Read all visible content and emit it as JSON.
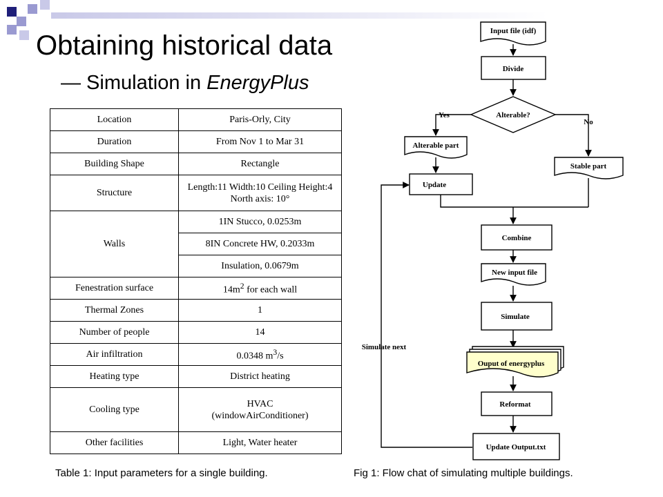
{
  "slide": {
    "title": "Obtaining historical data",
    "subtitle_prefix": "— Simulation in ",
    "subtitle_emphasis": "EnergyPlus",
    "colors": {
      "dark_square": "#1f1f7a",
      "light_square": "#9a9ad1",
      "pale_square": "#c9c9e8",
      "note_fill": "#ffffcc"
    }
  },
  "table": {
    "rows": [
      {
        "label": "Location",
        "value": "Paris-Orly, City"
      },
      {
        "label": "Duration",
        "value": "From Nov 1 to Mar 31"
      },
      {
        "label": "Building Shape",
        "value": "Rectangle"
      },
      {
        "label": "Structure",
        "value": "Length:11 Width:10 Ceiling Height:4 North axis: 10°"
      },
      {
        "label": "Walls",
        "values": [
          "1IN Stucco, 0.0253m",
          "8IN Concrete HW, 0.2033m",
          "Insulation, 0.0679m"
        ]
      },
      {
        "label": "Fenestration surface",
        "value_main": "14m",
        "value_sup": "2",
        "value_tail": " for each wall"
      },
      {
        "label": "Thermal Zones",
        "value": "1"
      },
      {
        "label": "Number of people",
        "value": "14"
      },
      {
        "label": "Air infiltration",
        "value_main": "0.0348 m",
        "value_sup": "3",
        "value_tail": "/s"
      },
      {
        "label": "Heating type",
        "value": "District heating"
      },
      {
        "label": "Cooling type",
        "value_line1": "HVAC",
        "value_line2": "(windowAirConditioner)"
      },
      {
        "label": "Other facilities",
        "value": "Light, Water heater"
      }
    ]
  },
  "captions": {
    "table": "Table 1: Input parameters for a single building.",
    "figure": "Fig 1: Flow chat of simulating multiple buildings."
  },
  "flowchart": {
    "nodes": {
      "input": "Input file (idf)",
      "divide": "Divide",
      "decision": "Alterable?",
      "alterable": "Alterable part",
      "stable": "Stable part",
      "update": "Update",
      "combine": "Combine",
      "new_input": "New input file",
      "simulate": "Simulate",
      "output": "Ouput of energyplus",
      "reformat": "Reformat",
      "update_output": "Update Output.txt"
    },
    "labels": {
      "yes": "Yes",
      "no": "No",
      "loop": "Simulate next"
    }
  }
}
